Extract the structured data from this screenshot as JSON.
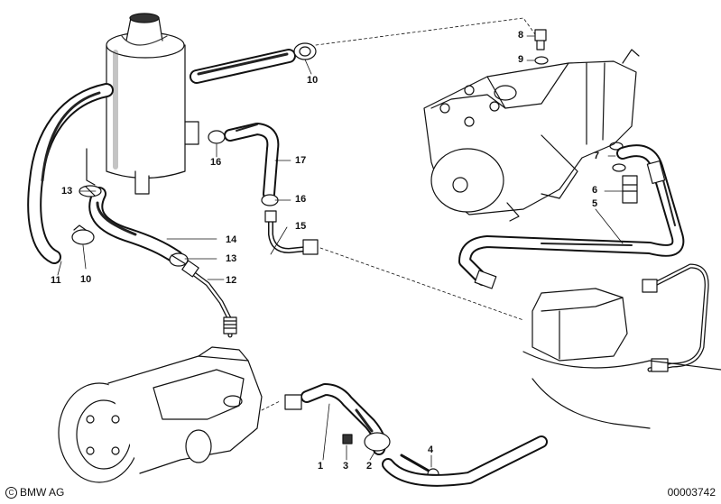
{
  "callouts": {
    "c1": "1",
    "c2": "2",
    "c3": "3",
    "c4": "4",
    "c5": "5",
    "c6": "6",
    "c7": "7",
    "c8": "8",
    "c9": "9",
    "c10a": "10",
    "c10b": "10",
    "c11": "11",
    "c12": "12",
    "c13a": "13",
    "c13b": "13",
    "c14": "14",
    "c15": "15",
    "c16a": "16",
    "c16b": "16",
    "c17": "17"
  },
  "footer": {
    "brand": "BMW AG",
    "diagram_number": "00003742"
  }
}
